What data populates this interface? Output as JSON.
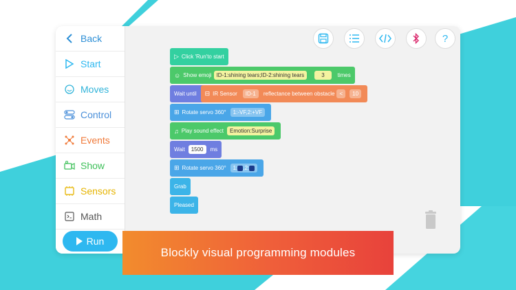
{
  "sidebar": {
    "items": [
      {
        "label": "Back",
        "icon": "back-chevron-icon",
        "color": "#2d8fd6"
      },
      {
        "label": "Start",
        "icon": "play-outline-icon",
        "color": "#2eb8f0"
      },
      {
        "label": "Moves",
        "icon": "smile-icon",
        "color": "#2fb3d9"
      },
      {
        "label": "Control",
        "icon": "toggle-icon",
        "color": "#4a8fd9"
      },
      {
        "label": "Events",
        "icon": "network-icon",
        "color": "#f07a3a"
      },
      {
        "label": "Show",
        "icon": "camera-icon",
        "color": "#3fc05a"
      },
      {
        "label": "Sensors",
        "icon": "sensor-icon",
        "color": "#e6b400"
      },
      {
        "label": "Math",
        "icon": "math-icon",
        "color": "#555555"
      }
    ],
    "run_label": "Run"
  },
  "toolbar": {
    "save_icon": "save-icon",
    "list_icon": "list-icon",
    "code_icon": "code-icon",
    "bluetooth_icon": "bluetooth-icon",
    "help_label": "?"
  },
  "blocks": {
    "start": "Click 'Run'to start",
    "emoji_label": "Show emoji",
    "emoji_value": "ID-1:shining tears;ID-2:shining tears",
    "emoji_count": "3",
    "emoji_times": "times",
    "wait_until": "Wait until",
    "ir_label": "IR Sensor",
    "ir_id": "ID-1",
    "ir_reflect": "reflectance between obstacle",
    "ir_op": "<",
    "ir_value": "10",
    "servo1_label": "Rotate servo 360°",
    "servo1_value": "1:-VF,2:+VF",
    "sound_label": "Play sound effect",
    "sound_value": "Emotion:Surprise",
    "wait_label": "Wait",
    "wait_value": "1500",
    "wait_unit": "ms",
    "servo2_label": "Rotate servo 360°",
    "servo2_value_a": "1:",
    "servo2_value_b": ",2:",
    "grab": "Grab",
    "pleased": "Pleased"
  },
  "banner": "Blockly visual programming modules",
  "colors": {
    "start_block": "#33d0a0",
    "looks_block": "#4cc96a",
    "control_block": "#6f7ee0",
    "sensor_block": "#f28a57",
    "servo_block": "#4aa6e8",
    "action_block": "#3cb4e8",
    "run_button": "#2eb8f0"
  }
}
